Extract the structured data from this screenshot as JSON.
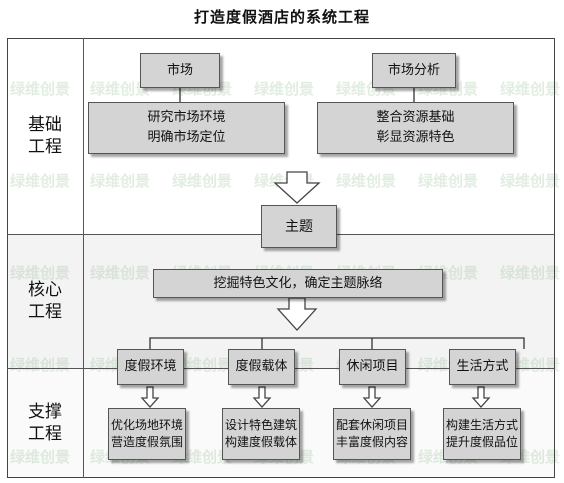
{
  "title": "打造度假酒店的系统工程",
  "sections": [
    {
      "label": "基础工程"
    },
    {
      "label": "核心工程"
    },
    {
      "label": "支撑工程"
    }
  ],
  "nodes": {
    "market": "市场",
    "market_analysis": "市场分析",
    "research_line1": "研究市场环境",
    "research_line2": "明确市场定位",
    "integrate_line1": "整合资源基础",
    "integrate_line2": "彰显资源特色",
    "theme": "主题",
    "culture": "挖掘特色文化，确定主题脉络",
    "env": "度假环境",
    "carrier": "度假载体",
    "leisure": "休闲项目",
    "lifestyle": "生活方式",
    "env_d1": "优化场地环境",
    "env_d2": "营造度假氛围",
    "carrier_d1": "设计特色建筑",
    "carrier_d2": "构建度假载体",
    "leisure_d1": "配套休闲项目",
    "leisure_d2": "丰富度假内容",
    "life_d1": "构建生活方式",
    "life_d2": "提升度假品位"
  },
  "watermark": "绿维创景"
}
